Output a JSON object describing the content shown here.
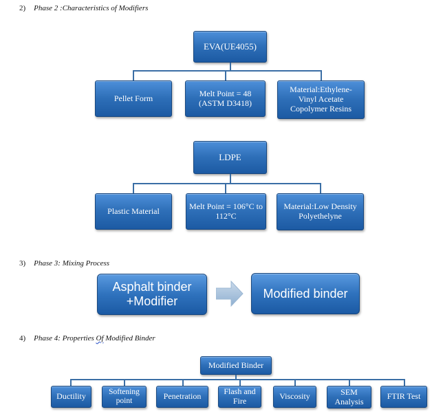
{
  "phases": {
    "p2_num": "2)",
    "p2_title": "Phase 2 :Characteristics of Modifiers",
    "p3_num": "3)",
    "p3_title": "Phase 3: Mixing Process",
    "p4_num": "4)",
    "p4_title_pre": "Phase 4: Properties ",
    "p4_title_typo": "Of",
    "p4_title_post": " Modified Binder"
  },
  "eva": {
    "root": "EVA(UE4055)",
    "children": [
      "Pellet Form",
      "Melt Point = 48 (ASTM D3418)",
      "Material:Ethylene-Vinyl Acetate Copolymer Resins"
    ]
  },
  "ldpe": {
    "root": "LDPE",
    "children": [
      "Plastic Material",
      "Melt Point = 106°C to 112°C",
      "Material:Low Density Polyethelyne"
    ]
  },
  "mixing": {
    "input": "Asphalt binder +Modifier",
    "output": "Modified binder"
  },
  "properties": {
    "root": "Modified Binder",
    "children": [
      "Ductility",
      "Softening point",
      "Penetration",
      "Flash and Fire",
      "Viscosity",
      "SEM Analysis",
      "FTIR Test"
    ]
  },
  "colors": {
    "box_fill": "#2e6fb8",
    "connector": "#3a6ea5",
    "arrow": "#a9c3dc"
  }
}
